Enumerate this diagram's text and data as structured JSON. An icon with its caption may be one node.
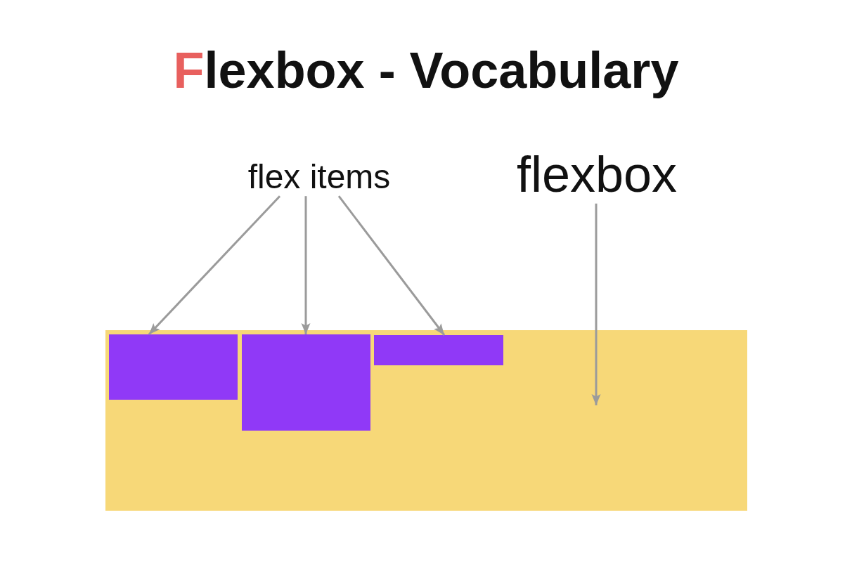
{
  "diagram": {
    "title": "Flexbox - Vocabulary",
    "nodes": [
      {
        "text": [
          "flex items"
        ]
      },
      {
        "text": [
          "flexbox"
        ]
      },
      {
        "text": [],
        "shape": "box"
      },
      {
        "text": [],
        "shape": "box",
        "in": 2
      },
      {
        "text": [],
        "shape": "box",
        "in": 2
      },
      {
        "text": [],
        "shape": "box",
        "in": 2
      }
    ],
    "edges": [
      {
        "from": 0,
        "to": 3,
        "arrow": "to"
      },
      {
        "from": 0,
        "to": 4,
        "arrow": "to"
      },
      {
        "from": 0,
        "to": 5,
        "arrow": "to"
      },
      {
        "from": 1,
        "to": 2,
        "arrow": "to"
      }
    ]
  }
}
